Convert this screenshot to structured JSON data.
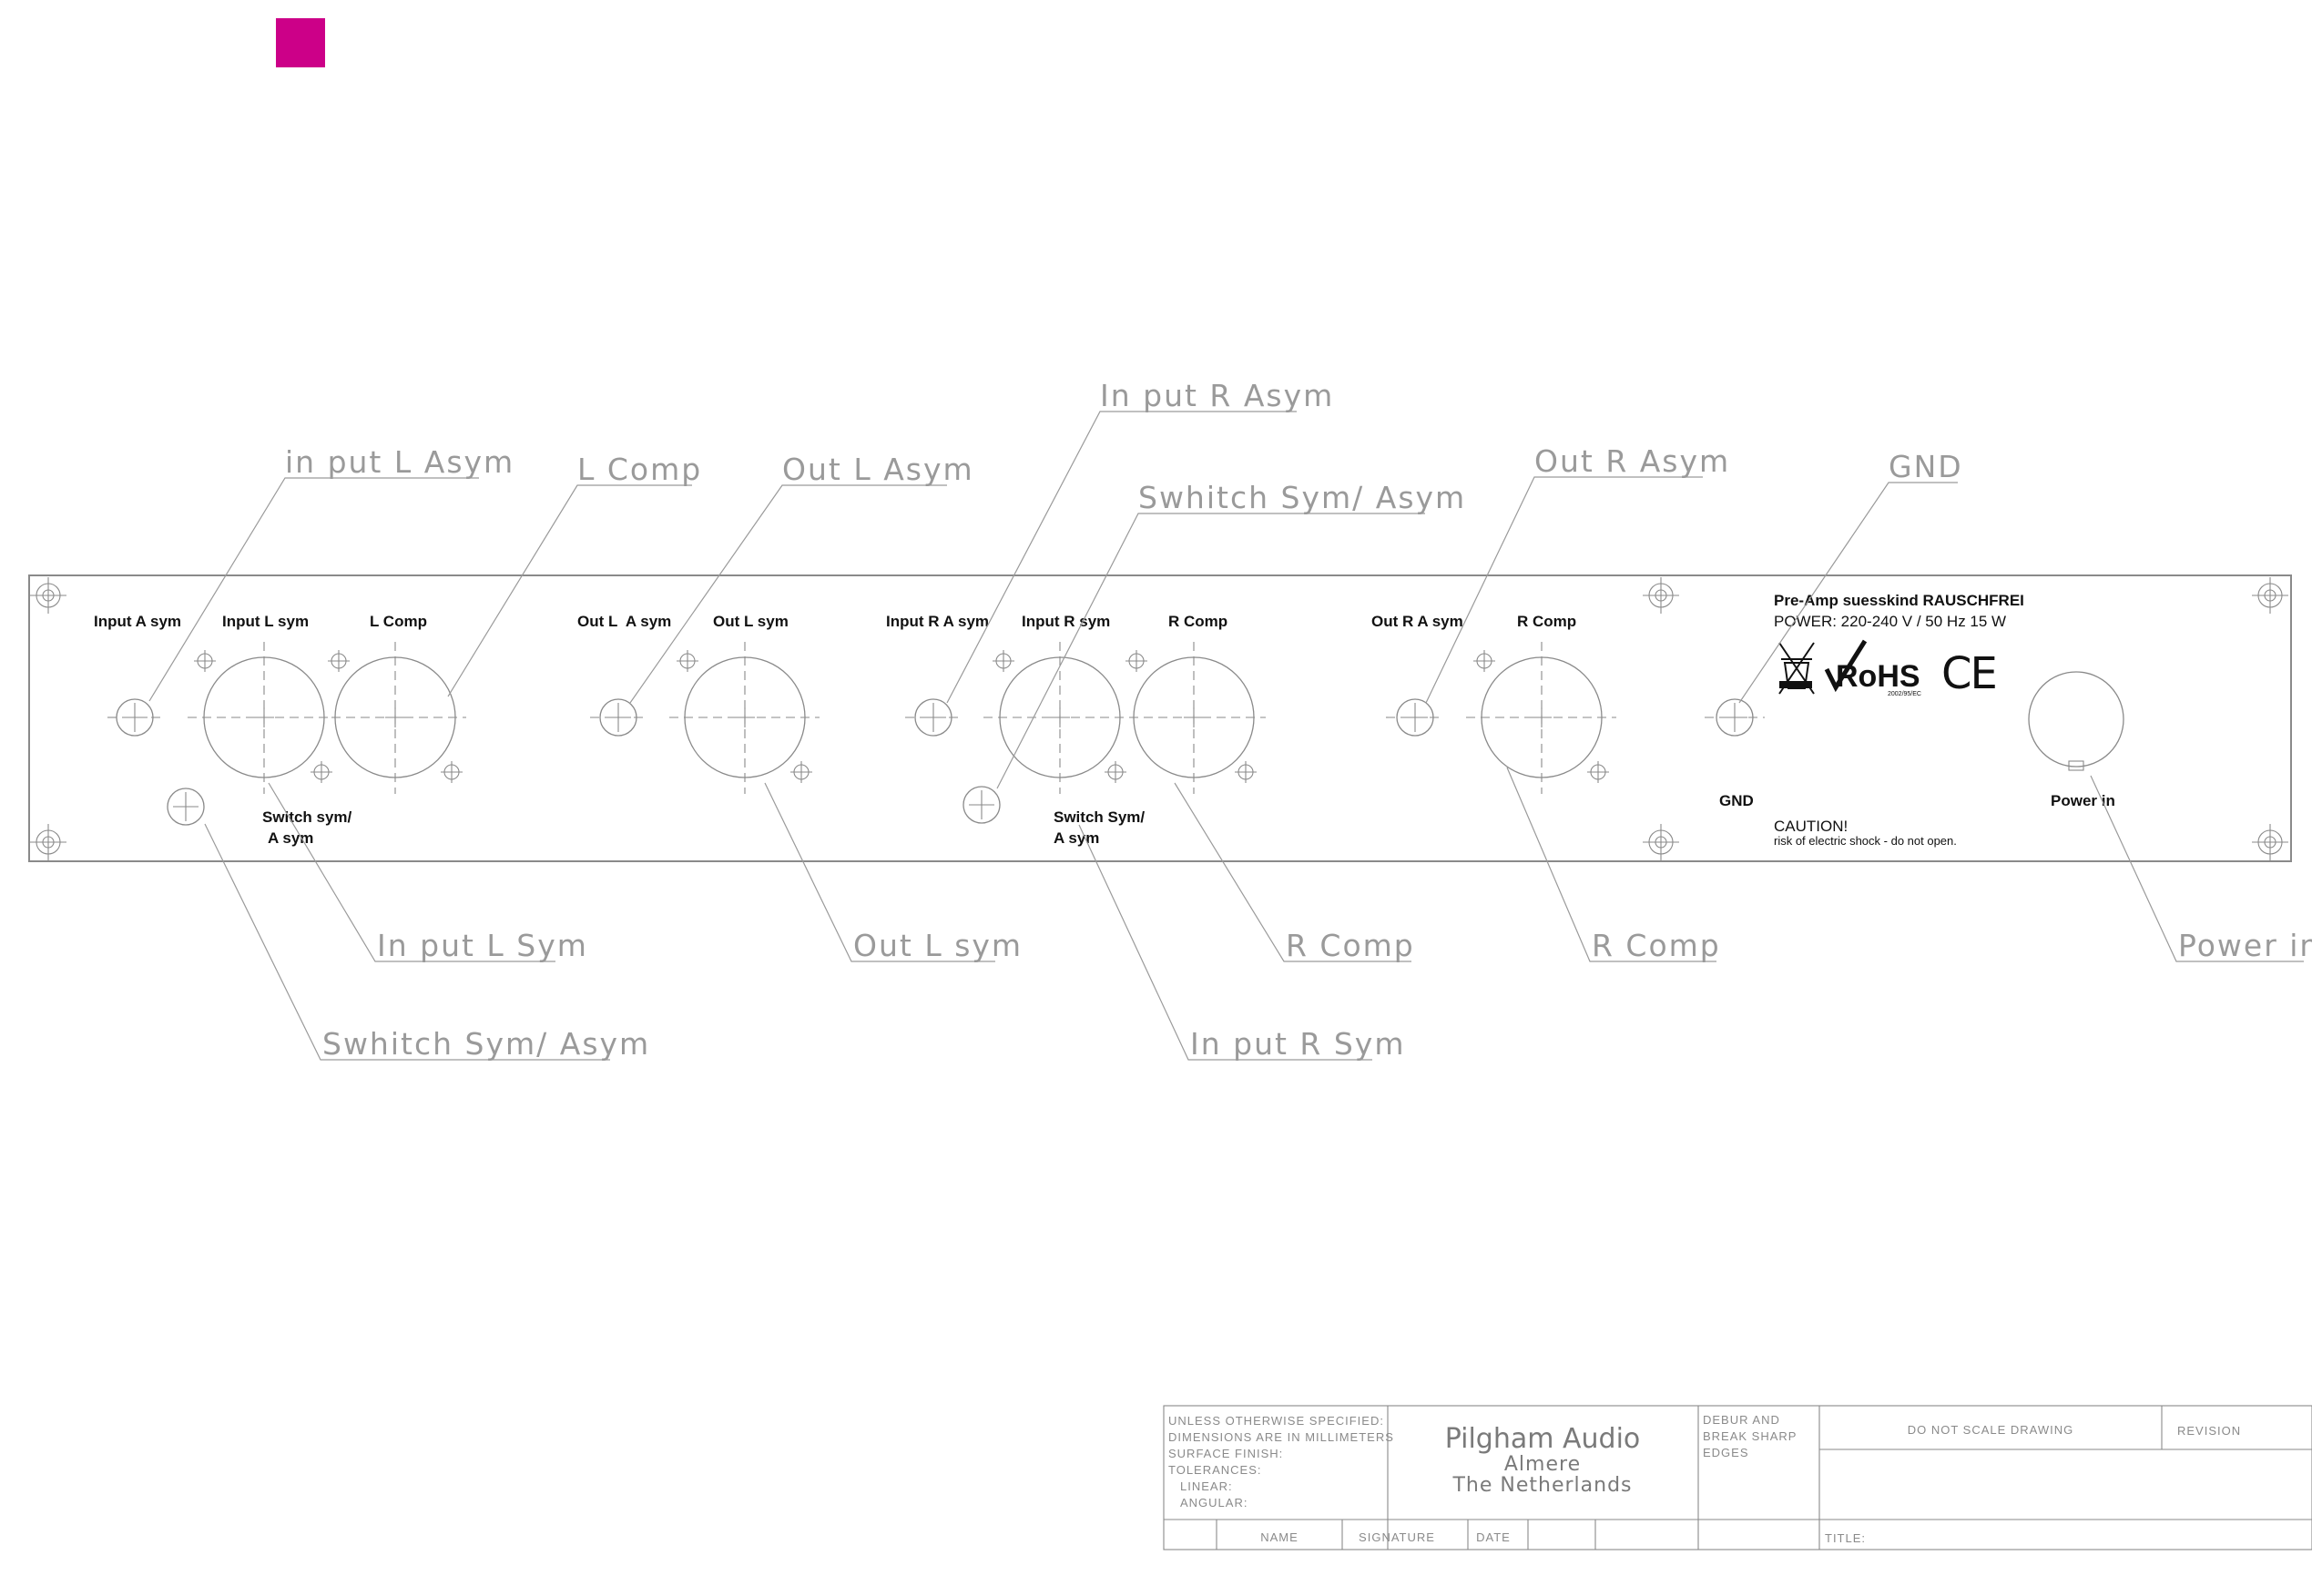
{
  "colors": {
    "marker": "#cc0088",
    "line": "#8a8a8a",
    "callout_text": "#9a9a9a",
    "panel_text": "#111111"
  },
  "callouts": {
    "input_l_asym": "in put L Asym",
    "l_comp": "L Comp",
    "out_l_asym": "Out L Asym",
    "input_r_asym": "In put R Asym",
    "switch_sym_asym_top": "Swhitch Sym/ Asym",
    "out_r_asym": "Out R Asym",
    "gnd": "GND",
    "input_l_sym": "In put L Sym",
    "out_l_sym": "Out L sym",
    "r_comp_1": "R Comp",
    "r_comp_2": "R Comp",
    "power_in": "Power in",
    "switch_sym_asym_bottom": "Swhitch Sym/ Asym",
    "input_r_sym": "In put R Sym"
  },
  "panel": {
    "input_a_sym": "Input A sym",
    "input_l_sym": "Input L sym",
    "l_comp": "L Comp",
    "out_l_a_sym": "Out L  A sym",
    "out_l_sym": "Out L sym",
    "input_r_a_sym": "Input R A sym",
    "input_r_sym": "Input R sym",
    "r_comp": "R Comp",
    "out_r_a_sym": "Out R A sym",
    "r_comp_2": "R Comp",
    "switch_l_line1": "Switch sym/",
    "switch_l_line2": "A sym",
    "switch_r_line1": "Switch Sym/",
    "switch_r_line2": "A sym",
    "gnd": "GND",
    "power_in": "Power in",
    "product": "Pre-Amp suesskind RAUSCHFREI",
    "power_spec": "POWER: 220-240 V / 50 Hz 15 W",
    "rohs": "RoHS",
    "rohs_sub": "2002/95/EC",
    "ce": "CE",
    "caution": "CAUTION!",
    "caution_sub": "risk of electric shock - do not open."
  },
  "title_block": {
    "spec_lines": [
      "UNLESS OTHERWISE SPECIFIED:",
      "DIMENSIONS ARE IN MILLIMETERS",
      "SURFACE FINISH:",
      "TOLERANCES:",
      "LINEAR:",
      "ANGULAR:"
    ],
    "company": "Pilgham Audio",
    "city": "Almere",
    "country": "The Netherlands",
    "debur_lines": [
      "DEBUR AND",
      "BREAK SHARP",
      "EDGES"
    ],
    "do_not_scale": "DO NOT SCALE DRAWING",
    "revision": "REVISION",
    "name": "NAME",
    "signature": "SIGNATURE",
    "date": "DATE",
    "title": "TITLE:"
  }
}
